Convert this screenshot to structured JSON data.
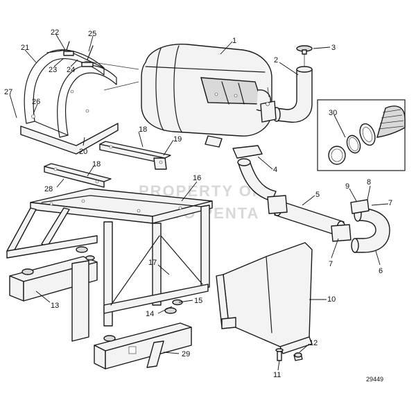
{
  "watermark": {
    "line1": "PROPERTY OF",
    "line2": "VOLVO PENTA"
  },
  "drawing_number": "29449",
  "callouts": [
    {
      "id": "c1",
      "label": "1"
    },
    {
      "id": "c2",
      "label": "2"
    },
    {
      "id": "c3",
      "label": "3"
    },
    {
      "id": "c4",
      "label": "4"
    },
    {
      "id": "c5",
      "label": "5"
    },
    {
      "id": "c6",
      "label": "6"
    },
    {
      "id": "c7a",
      "label": "7"
    },
    {
      "id": "c7b",
      "label": "7"
    },
    {
      "id": "c8",
      "label": "8"
    },
    {
      "id": "c9",
      "label": "9"
    },
    {
      "id": "c10",
      "label": "10"
    },
    {
      "id": "c11",
      "label": "11"
    },
    {
      "id": "c12",
      "label": "12"
    },
    {
      "id": "c13",
      "label": "13"
    },
    {
      "id": "c14",
      "label": "14"
    },
    {
      "id": "c15",
      "label": "15"
    },
    {
      "id": "c16",
      "label": "16"
    },
    {
      "id": "c17",
      "label": "17"
    },
    {
      "id": "c18a",
      "label": "18"
    },
    {
      "id": "c18b",
      "label": "18"
    },
    {
      "id": "c19",
      "label": "19"
    },
    {
      "id": "c20",
      "label": "20"
    },
    {
      "id": "c21",
      "label": "21"
    },
    {
      "id": "c22",
      "label": "22"
    },
    {
      "id": "c23",
      "label": "23"
    },
    {
      "id": "c24",
      "label": "24"
    },
    {
      "id": "c25",
      "label": "25"
    },
    {
      "id": "c26",
      "label": "26"
    },
    {
      "id": "c27",
      "label": "27"
    },
    {
      "id": "c28",
      "label": "28"
    },
    {
      "id": "c29",
      "label": "29"
    },
    {
      "id": "c30",
      "label": "30"
    }
  ]
}
